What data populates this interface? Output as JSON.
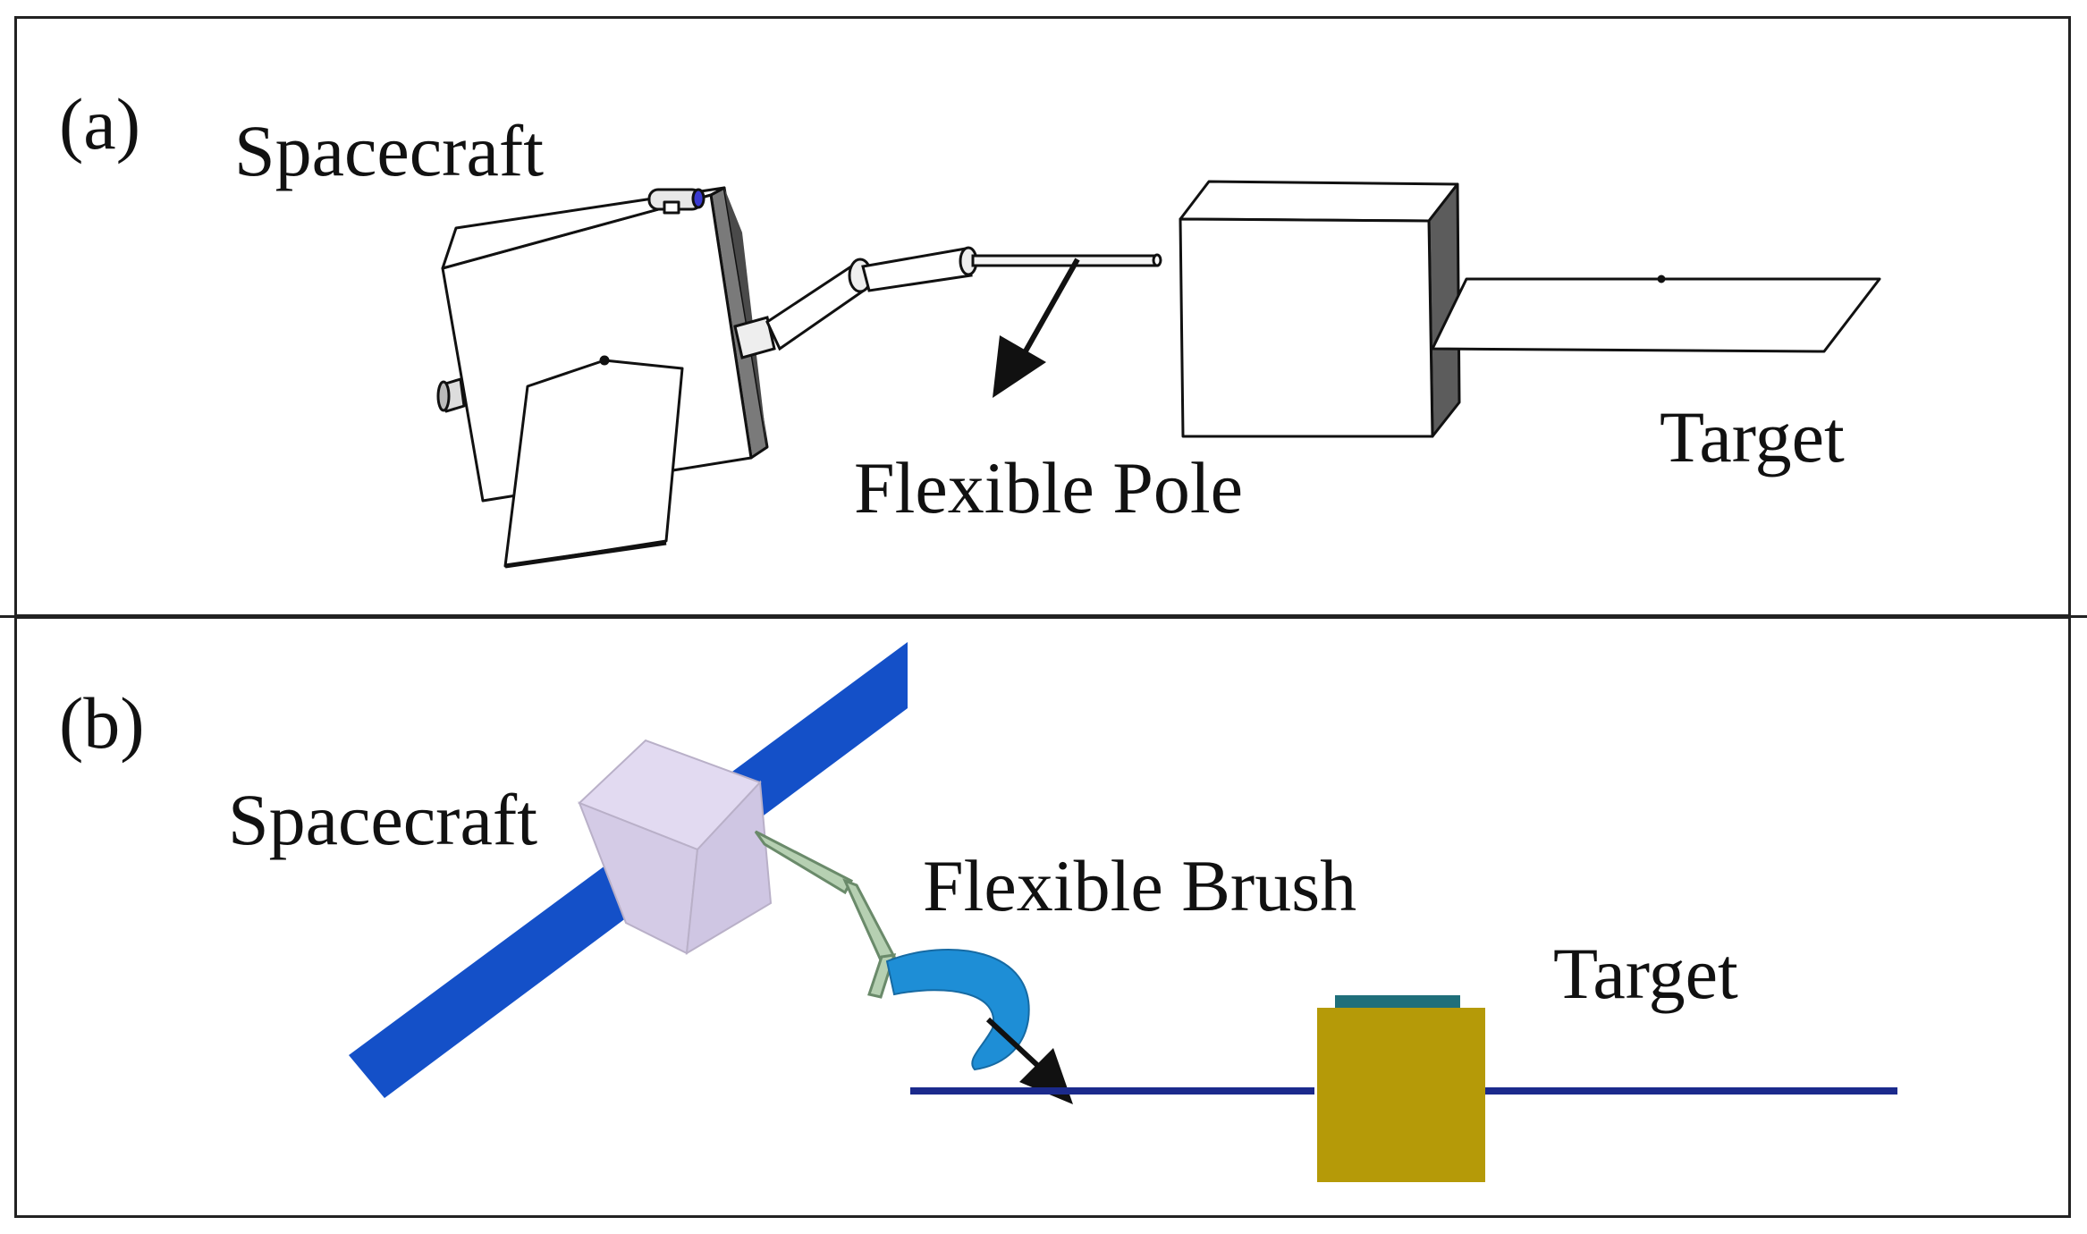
{
  "panels": [
    {
      "label": "(a)",
      "annotations": {
        "spacecraft": "Spacecraft",
        "pole": "Flexible Pole",
        "target": "Target"
      }
    },
    {
      "label": "(b)",
      "annotations": {
        "spacecraft": "Spacecraft",
        "brush": "Flexible Brush",
        "target": "Target"
      }
    }
  ],
  "colors": {
    "solar_panel_blue": "#1450c8",
    "spacecraft_body_lavender": "#d8d0ea",
    "brush_blue": "#1e8ed6",
    "arm_green": "#a9c6a8",
    "target_gold": "#b59a08",
    "target_top_teal": "#1f6f7a",
    "ground_line_navy": "#1b2a8c",
    "outline": "#111111"
  }
}
